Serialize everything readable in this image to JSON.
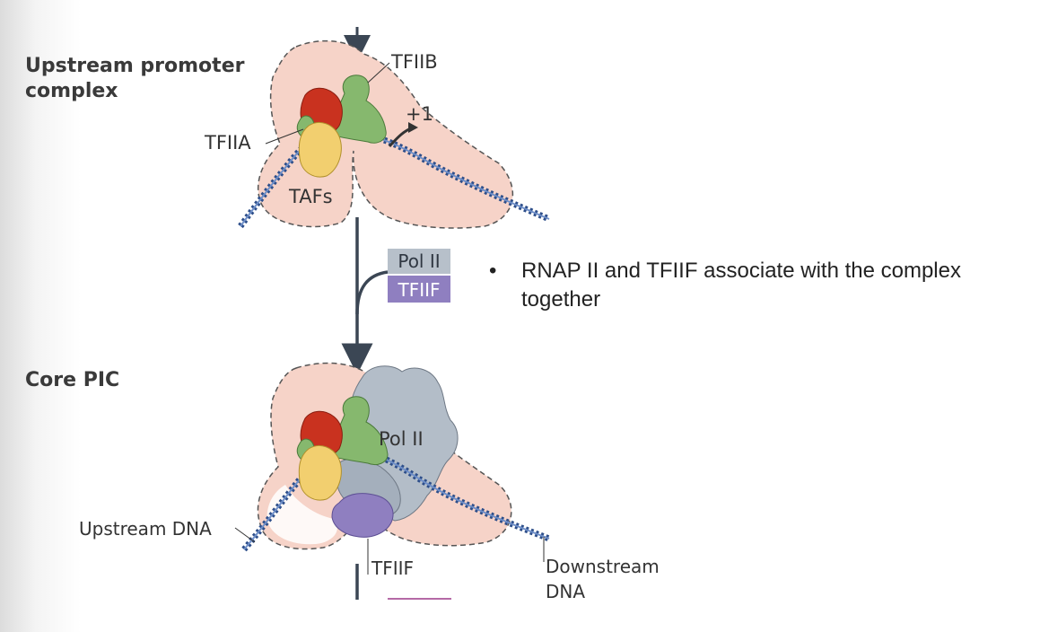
{
  "stages": {
    "upstream_title_line1": "Upstream promoter",
    "upstream_title_line2": "complex",
    "core_title": "Core PIC"
  },
  "labels": {
    "tfiib": "TFIIB",
    "plus_one": "+1",
    "tfiia": "TFIIA",
    "tafs": "TAFs",
    "pol_ii_core": "Pol II",
    "upstream_dna": "Upstream DNA",
    "tfiif_core": "TFIIF",
    "downstream_line1": "Downstream",
    "downstream_line2": "DNA"
  },
  "added_factors": {
    "pol_ii": "Pol II",
    "tfiif": "TFIIF"
  },
  "bullet": {
    "symbol": "•",
    "text": "RNAP II and TFIIF associate with the complex together"
  },
  "colors": {
    "complex_fill": "#f6d3c8",
    "dna": "#2d4e8a",
    "tfiib": "#86b86e",
    "tfiia": "#c9321f",
    "tafs": "#f2cf6f",
    "pol_ii": "#b3bdc8",
    "tfiif": "#8f7fc0",
    "pathway": "#3b4654"
  }
}
